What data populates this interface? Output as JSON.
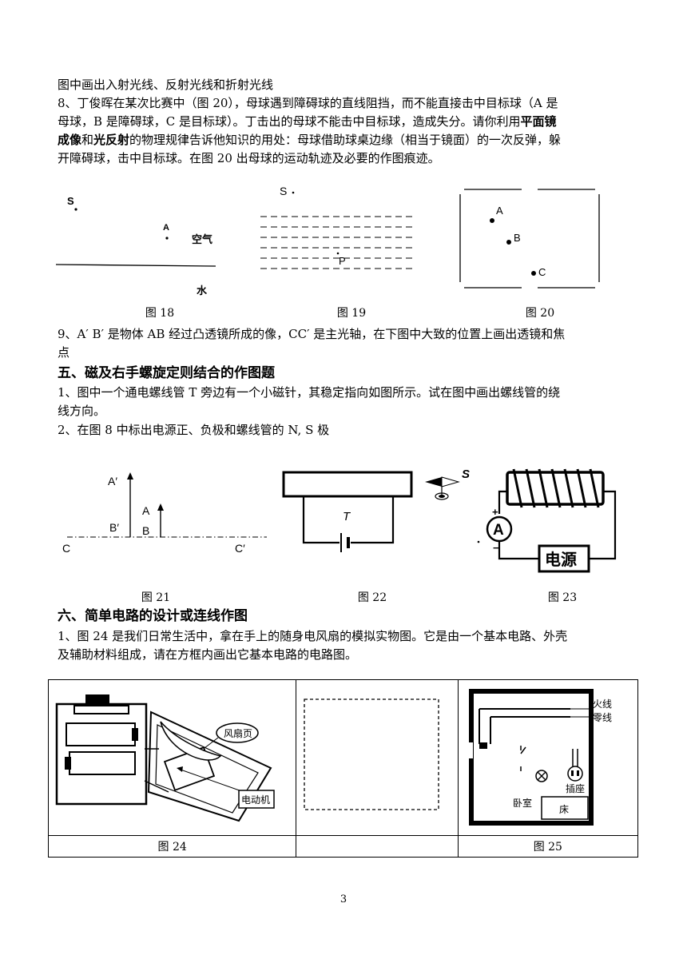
{
  "paragraphs": {
    "l1": "图中画出入射光线、反射光线和折射光线",
    "q8_a": "8、丁俊晖在某次比赛中（图 20），母球遇到障碍球的直线阻挡，而不能直接击中目标球（A 是",
    "q8_b1": "母球，B 是障碍球，C 是目标球）。丁击出的母球不能击中目标球，造成失分。请你利用",
    "q8_b_bold1": "平面镜",
    "q8_c_bold2": "成像",
    "q8_c_mid": "和",
    "q8_c_bold3": "光反射",
    "q8_c_rest": "的物理规律告诉他知识的用处：母球借助球桌边缘（相当于镜面）的一次反弹，躲",
    "q8_d": "开障碍球，击中目标球。在图 20 出母球的运动轨迹及必要的作图痕迹。",
    "q9_a": "9、A′ B′ 是物体 AB 经过凸透镜所成的像，CC′ 是主光轴，在下图中大致的位置上画出透镜和焦",
    "q9_b": "点",
    "sec5": "五、磁及右手螺旋定则结合的作图题",
    "s5q1_a": "1、图中一个通电螺线管 T 旁边有一个小磁针，其稳定指向如图所示。试在图中画出螺线管的绕",
    "s5q1_b": "线方向。",
    "s5q2": "2、在图 8 中标出电源正、负极和螺线管的 N, S 极",
    "sec6": "六、简单电路的设计或连线作图",
    "s6q1_a": "1、图 24 是我们日常生活中，拿在手上的随身电风扇的模拟实物图。它是由一个基本电路、外壳",
    "s6q1_b": "及辅助材料组成，请在方框内画出它基本电路的电路图。"
  },
  "figures": {
    "fig18": {
      "caption": "图 18",
      "point_s": "S",
      "point_a": "A",
      "label_air": "空气",
      "label_water": "水"
    },
    "fig19": {
      "caption": "图 19",
      "point_s": "S",
      "point_p": "P"
    },
    "fig20": {
      "caption": "图 20",
      "ball_a": "A",
      "ball_b": "B",
      "ball_c": "C"
    },
    "fig21": {
      "caption": "图 21",
      "label_a_prime": "A′",
      "label_b_prime": "B′",
      "label_a": "A",
      "label_b": "B",
      "label_c": "C",
      "label_c_prime": "C′"
    },
    "fig22": {
      "caption": "图 22",
      "label_t": "T",
      "label_s": "S"
    },
    "fig23": {
      "caption": "图 23",
      "ammeter": "A",
      "plus": "+",
      "minus": "−",
      "power_source": "电源"
    },
    "fig24": {
      "caption": "图 24",
      "fan_blade": "风扇页",
      "motor": "电动机"
    },
    "fig25": {
      "caption": "图 25",
      "live_wire": "火线",
      "neutral_wire": "零线",
      "bedroom": "卧室",
      "socket": "插座",
      "bed": "床"
    }
  },
  "page_number": "3"
}
